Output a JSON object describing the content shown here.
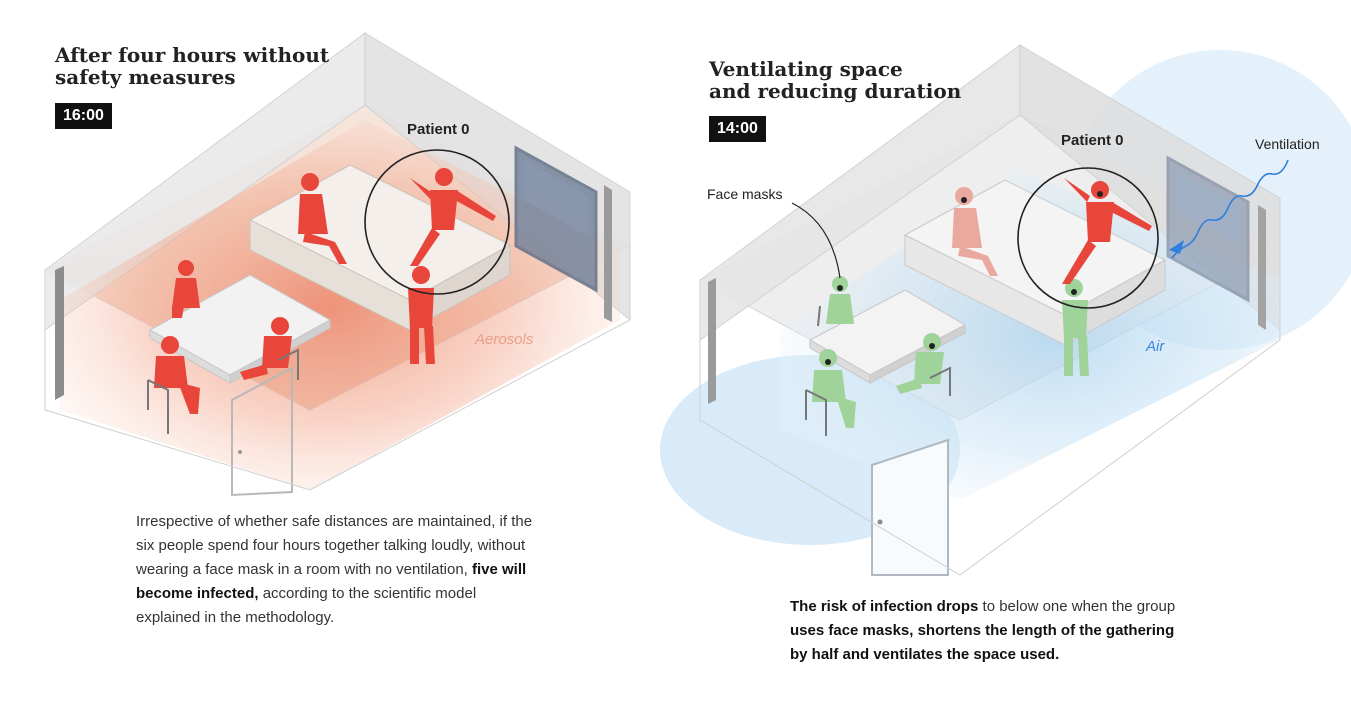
{
  "left": {
    "title_line1": "After four hours without",
    "title_line2": "safety measures",
    "time": "16:00",
    "patient_label": "Patient 0",
    "aerosols_label": "Aerosols",
    "caption": [
      {
        "text": "Irrespective of whether safe distances are maintained, if the six people spend four hours together talking loudly, without wearing a face mask in a room with no ventilation, ",
        "bold": false
      },
      {
        "text": "five will become infected,",
        "bold": true
      },
      {
        "text": " according to the scientific model explained in the methodology.",
        "bold": false
      }
    ]
  },
  "right": {
    "title_line1": "Ventilating space",
    "title_line2": "and reducing duration",
    "time": "14:00",
    "patient_label": "Patient 0",
    "face_masks_label": "Face masks",
    "ventilation_label": "Ventilation",
    "air_label": "Air",
    "caption": [
      {
        "text": "The risk of infection drops",
        "bold": true
      },
      {
        "text": " to below one when the group ",
        "bold": false
      },
      {
        "text": "uses face masks, shortens the length of the gathering by half and ventilates the space used.",
        "bold": true
      }
    ]
  },
  "colors": {
    "infected": "#e8463a",
    "infected_pale": "#eaa99f",
    "healthy": "#9fd39a",
    "aerosol": "#f1a282",
    "air": "#bcdcf2",
    "ventilation_arrow": "#2f7fe0"
  },
  "icons": {
    "person": "person-figure-icon",
    "table": "table-icon",
    "chair": "chair-icon",
    "sofa": "sofa-icon",
    "window": "window-icon",
    "door": "door-icon",
    "radius": "spread-radius-circle",
    "arrow": "ventilation-arrow-icon"
  }
}
